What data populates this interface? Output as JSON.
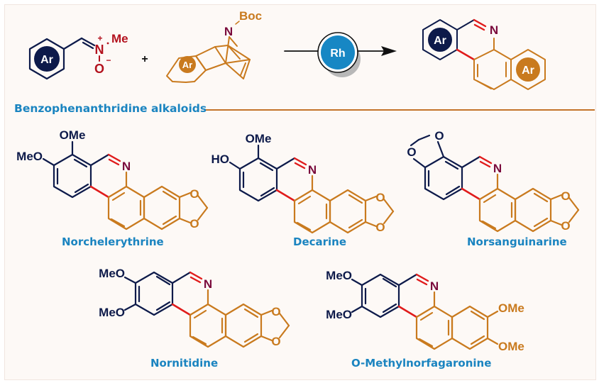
{
  "colors": {
    "navy": "#0d1a4a",
    "orange": "#c97a1e",
    "red": "#e01b1b",
    "nitrogen": "#7a0a3c",
    "nitrone": "#b3121e",
    "label_blue": "#1a84c0",
    "catalyst_blue": "#1787c4"
  },
  "scheme": {
    "reactant1": {
      "ar": "Ar",
      "n_charge": "+",
      "o_charge": "−",
      "n": "N",
      "o": "O",
      "me": "Me"
    },
    "plus": "+",
    "reactant2": {
      "ar": "Ar",
      "n": "N",
      "boc": "Boc"
    },
    "catalyst": "Rh",
    "product": {
      "ar_left": "Ar",
      "ar_right": "Ar",
      "n": "N"
    }
  },
  "section_title": "Benzophenanthridine alkaloids",
  "compounds": [
    {
      "name": "Norchelerythrine",
      "substituents": [
        "OMe",
        "MeO"
      ],
      "n": "N"
    },
    {
      "name": "Decarine",
      "substituents": [
        "OMe",
        "HO"
      ],
      "n": "N"
    },
    {
      "name": "Norsanguinarine",
      "substituents": [],
      "n": "N"
    },
    {
      "name": "Nornitidine",
      "substituents": [
        "MeO",
        "MeO"
      ],
      "n": "N"
    },
    {
      "name": "O-Methylnorfagaronine",
      "substituents": [
        "MeO",
        "MeO",
        "OMe",
        "OMe"
      ],
      "n": "N"
    }
  ],
  "atoms": {
    "O": "O"
  }
}
